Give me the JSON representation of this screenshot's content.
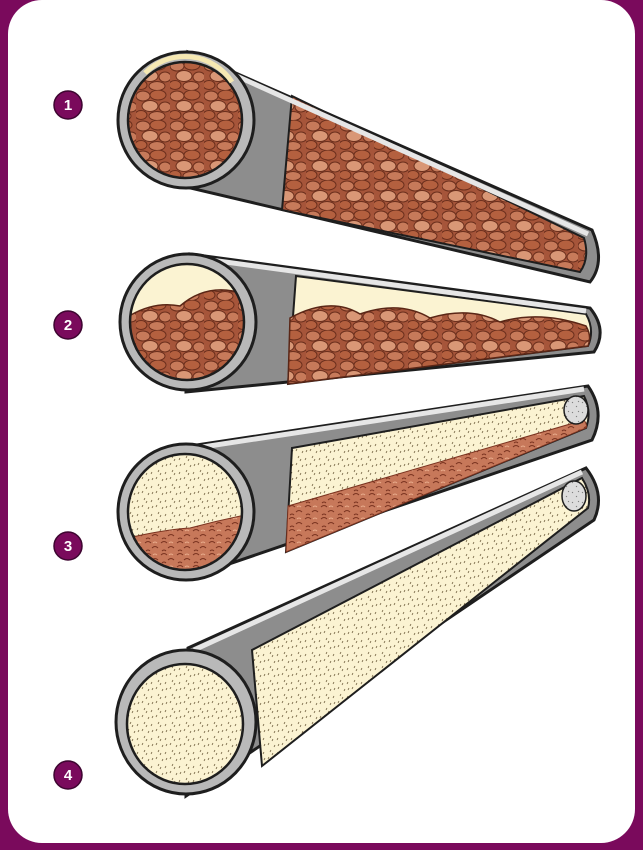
{
  "colors": {
    "frame_purple": "#7a0a5c",
    "panel": "#ffffff",
    "badge": "#7a0a5c",
    "pipe_metal_light": "#d7d7d7",
    "pipe_metal_dark": "#4a4a4a",
    "deposit_brown": "#a6553a",
    "deposit_light": "#d99776",
    "fluid_cream": "#fbf3d2"
  },
  "pipes": [
    {
      "label": "1",
      "fill_fraction": 1.0,
      "deposit": "particles",
      "fluid": "none"
    },
    {
      "label": "2",
      "fill_fraction": 0.6,
      "deposit": "particles",
      "fluid": "clear"
    },
    {
      "label": "3",
      "fill_fraction": 0.25,
      "deposit": "fine",
      "fluid": "speckled"
    },
    {
      "label": "4",
      "fill_fraction": 0.0,
      "deposit": "none",
      "fluid": "speckled"
    }
  ]
}
